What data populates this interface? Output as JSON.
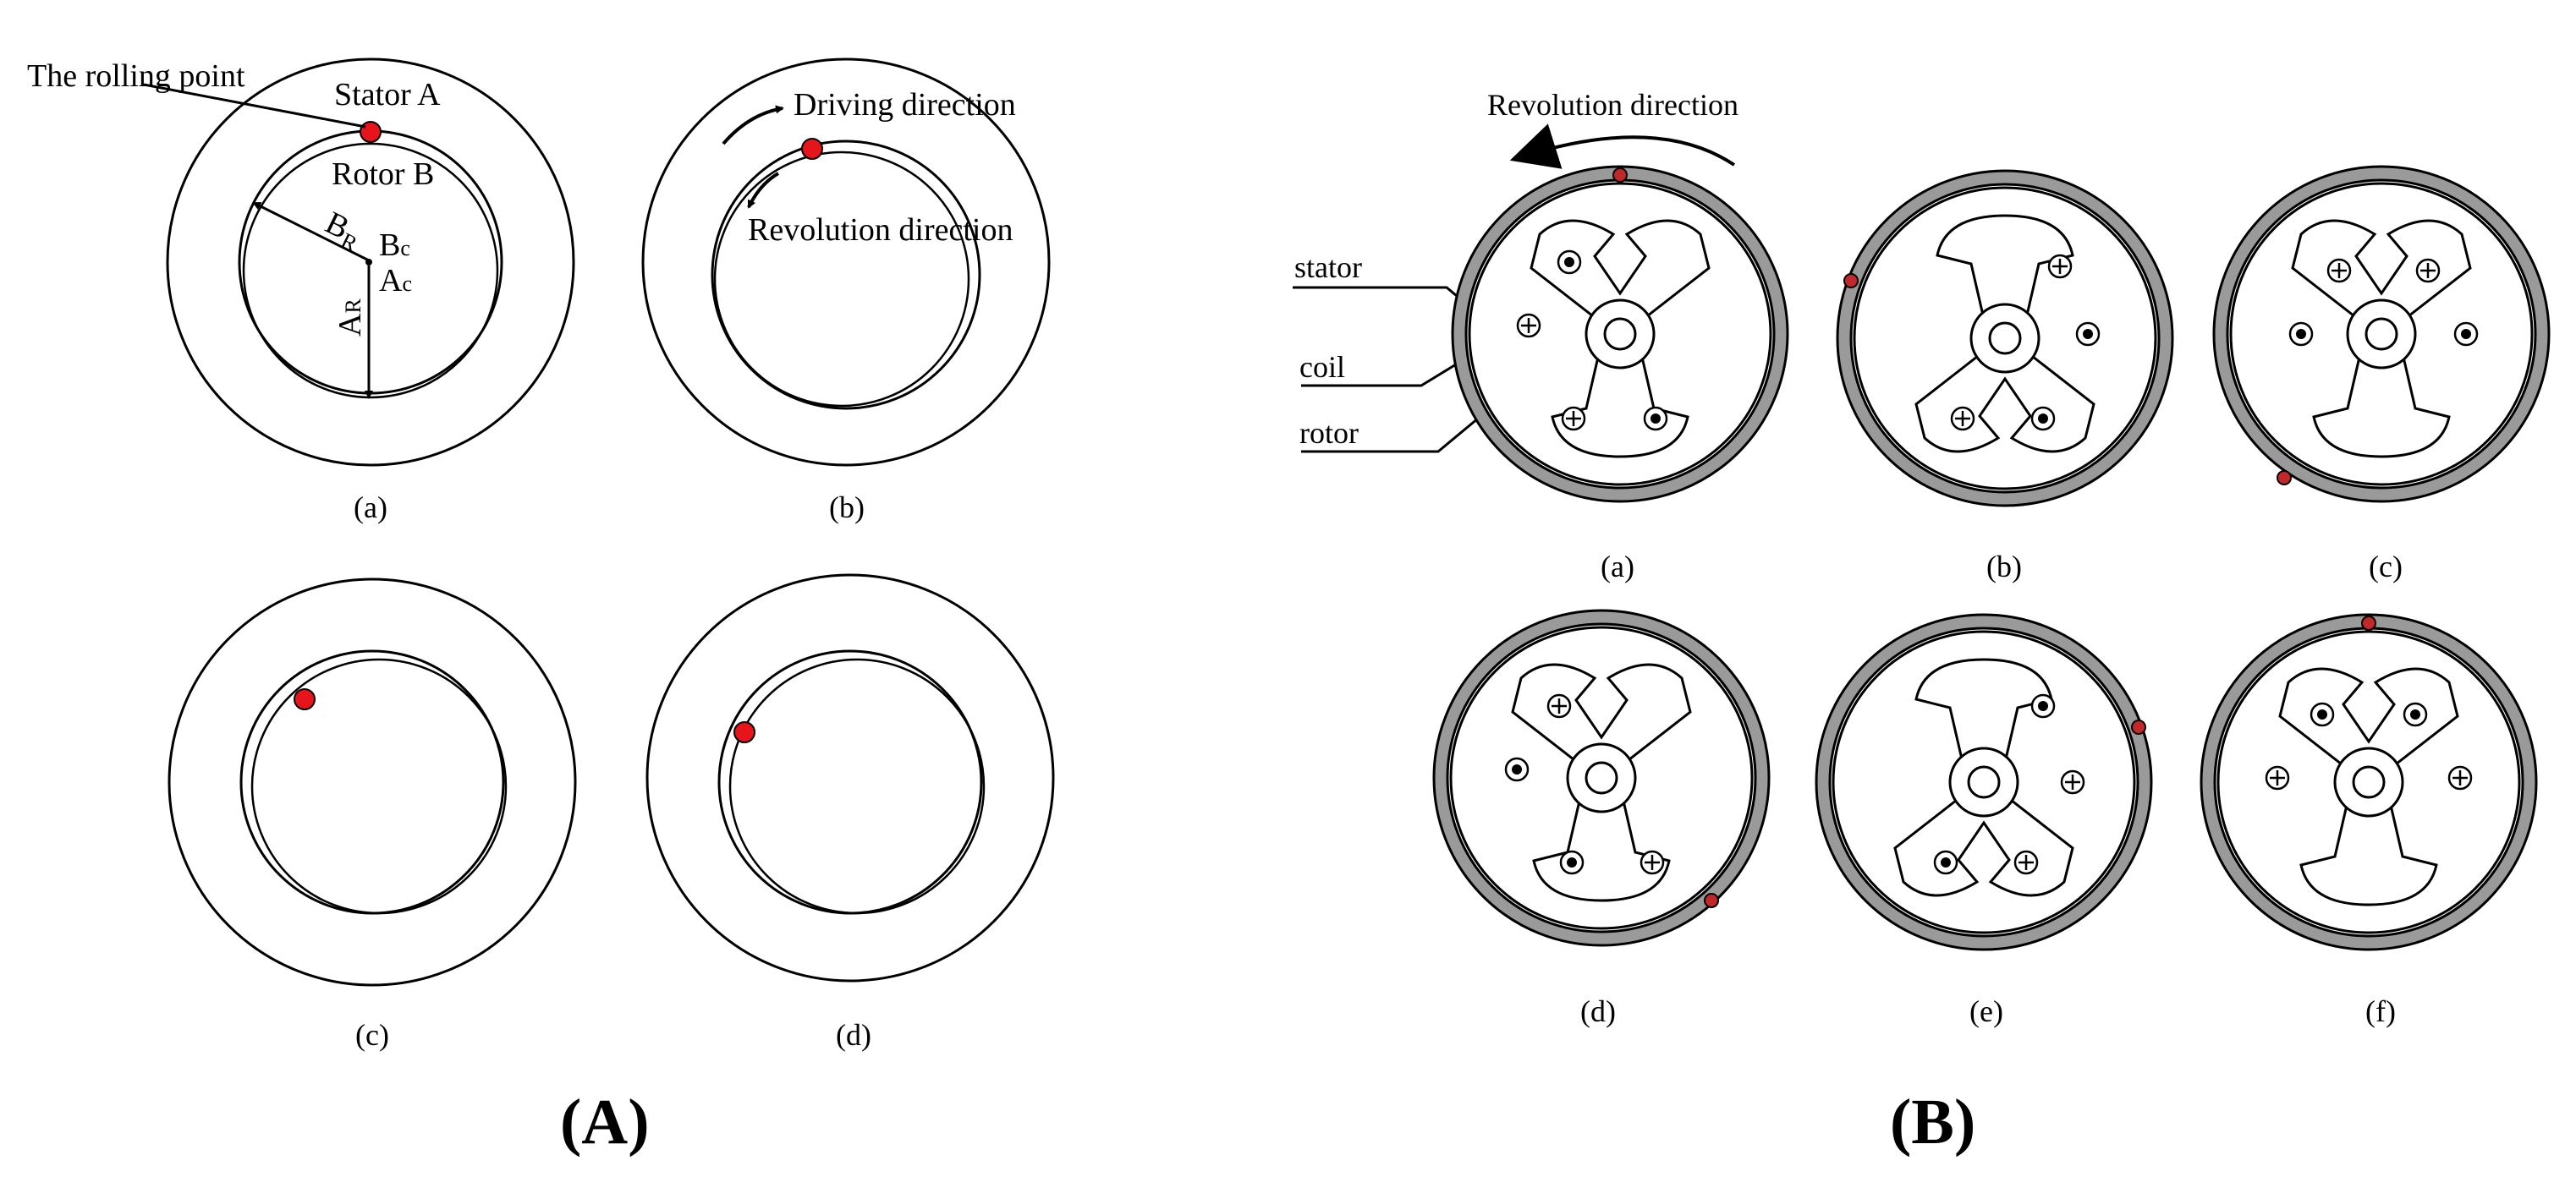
{
  "panel_a": {
    "label": "(A)",
    "rolling_point": "The rolling point",
    "stator": "Stator A",
    "rotor": "Rotor B",
    "br": "B",
    "br_sub": "R",
    "bc": "B",
    "bc_sub": "c",
    "ac": "A",
    "ac_sub": "c",
    "ar": "A",
    "ar_sub": "R",
    "driving": "Driving direction",
    "revolution": "Revolution direction",
    "sub_labels": [
      "(a)",
      "(b)",
      "(c)",
      "(d)"
    ]
  },
  "panel_b": {
    "label": "(B)",
    "revolution": "Revolution direction",
    "stator": "stator",
    "coil": "coil",
    "rotor": "rotor",
    "sub_labels": [
      "(a)",
      "(b)",
      "(c)",
      "(d)",
      "(e)",
      "(f)"
    ]
  },
  "colors": {
    "rolling_point": "#e8141b",
    "rotor_ring": "#9a9a9a",
    "rolling_point_b": "#c0282a"
  }
}
